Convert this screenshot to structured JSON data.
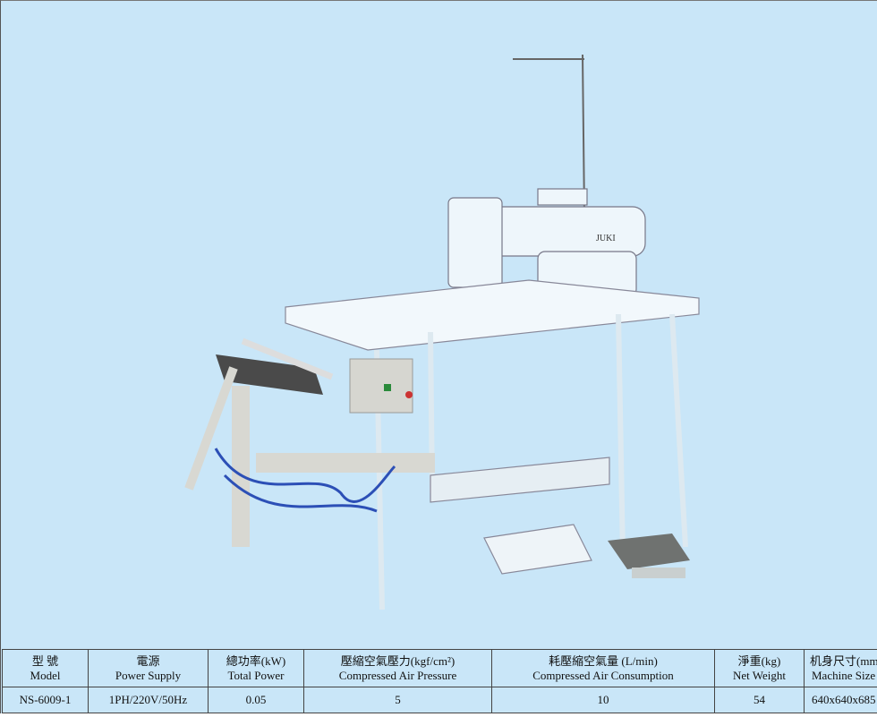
{
  "columns": [
    {
      "zh": "型 號",
      "en": "Model",
      "value": "NS-6009-1"
    },
    {
      "zh": "電源",
      "en": "Power Supply",
      "value": "1PH/220V/50Hz"
    },
    {
      "zh": "總功率(kW)",
      "en": "Total Power",
      "value": "0.05"
    },
    {
      "zh": "壓縮空氣壓力(kgf/cm²)",
      "en": "Compressed Air Pressure",
      "value": "5"
    },
    {
      "zh": "耗壓縮空氣量 (L/min)",
      "en": "Compressed Air Consumption",
      "value": "10"
    },
    {
      "zh": "淨重(kg)",
      "en": "Net Weight",
      "value": "54"
    },
    {
      "zh": "机身尺寸(mm)",
      "en": "Machine Size",
      "value": "640x640x685"
    }
  ],
  "machine": {
    "brand_label": "JUKI"
  }
}
